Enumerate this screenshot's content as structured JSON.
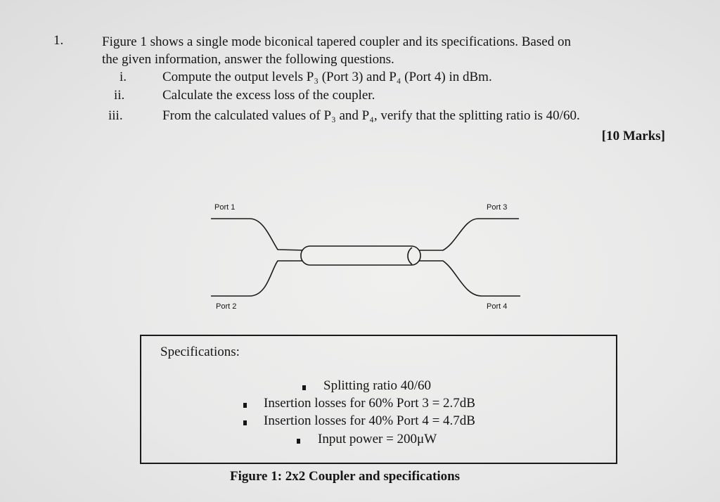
{
  "question": {
    "number": "1.",
    "intro_line1": "Figure 1 shows a single mode biconical tapered coupler and its specifications. Based on",
    "intro_line2": "the given information, answer the following questions.",
    "parts": [
      {
        "numeral": "i.",
        "text": "Compute the output levels P₃ (Port 3) and P₄ (Port 4) in dBm."
      },
      {
        "numeral": "ii.",
        "text": "Calculate the excess loss of the coupler."
      },
      {
        "numeral": "iii.",
        "text": "From the calculated values of P₃ and P₄, verify that the splitting ratio is 40/60."
      }
    ],
    "marks": "[10 Marks]"
  },
  "diagram": {
    "port1": "Port 1",
    "port2": "Port 2",
    "port3": "Port 3",
    "port4": "Port 4"
  },
  "specifications": {
    "title": "Specifications:",
    "items": [
      "Splitting ratio 40/60",
      "Insertion losses for 60% Port 3 = 2.7dB",
      "Insertion losses for 40% Port 4 = 4.7dB",
      "Input power = 200μW"
    ]
  },
  "caption": "Figure 1: 2x2 Coupler and specifications"
}
